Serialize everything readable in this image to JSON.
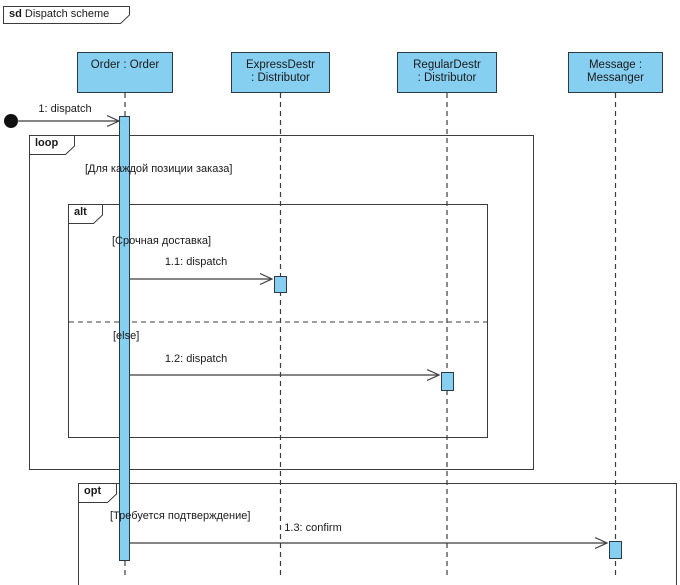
{
  "frame_label": {
    "keyword": "sd",
    "title": "Dispatch scheme"
  },
  "lifelines": [
    {
      "name": "Order : Order",
      "line1": "Order : Order",
      "line2": ""
    },
    {
      "name": "ExpressDestr : Distributor",
      "line1": "ExpressDestr",
      "line2": ": Distributor"
    },
    {
      "name": "RegularDestr : Distributor",
      "line1": "RegularDestr",
      "line2": ": Distributor"
    },
    {
      "name": "Message : Messanger",
      "line1": "Message :",
      "line2": "Messanger"
    }
  ],
  "fragments": [
    {
      "operator": "loop",
      "guard": "[Для каждой позиции заказа]"
    },
    {
      "operator": "alt",
      "guard": "[Срочная доставка]",
      "else_guard": "[else]"
    },
    {
      "operator": "opt",
      "guard": "[Требуется подтверждение]"
    }
  ],
  "messages": [
    {
      "label": "1: dispatch"
    },
    {
      "label": "1.1: dispatch"
    },
    {
      "label": "1.2: dispatch"
    },
    {
      "label": "1.3: confirm"
    }
  ],
  "colors": {
    "shape_fill": "#87CFF0",
    "shape_border": "#2B3A44",
    "line": "#3C3C3C",
    "text": "#1A1A1A",
    "background": "#FFFFFF"
  }
}
